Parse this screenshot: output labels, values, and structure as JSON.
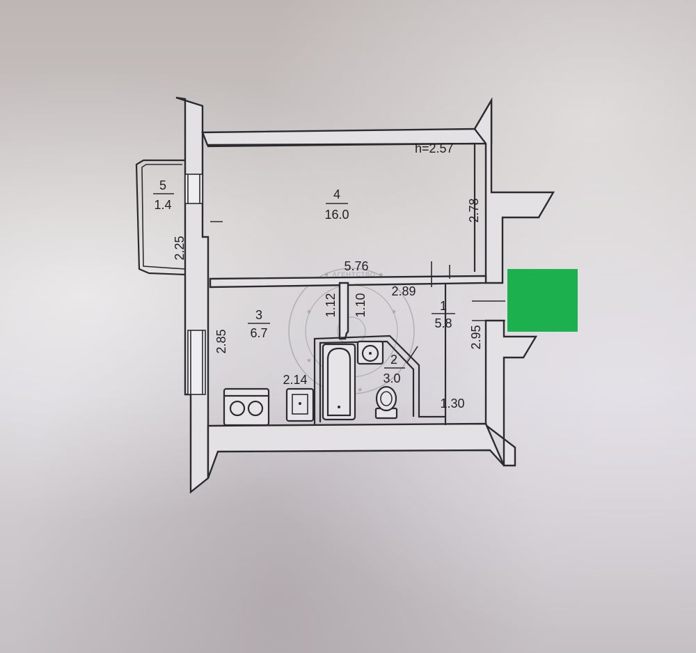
{
  "plan": {
    "ceiling_height": "h=2.57",
    "rooms": [
      {
        "id": "room-1",
        "number": "1",
        "area": "5.8"
      },
      {
        "id": "room-2",
        "number": "2",
        "area": "3.0"
      },
      {
        "id": "room-3",
        "number": "3",
        "area": "6.7"
      },
      {
        "id": "room-4",
        "number": "4",
        "area": "16.0"
      },
      {
        "id": "room-5",
        "number": "5",
        "area": "1.4"
      }
    ],
    "dimensions": {
      "room4_width": "5.76",
      "room4_depth": "2.78",
      "balcony_side": "2.25",
      "hall_width": "2.89",
      "hall_depth": "2.95",
      "kitchen_depth": "2.85",
      "kitchen_width": "2.14",
      "partition_a": "1.12",
      "partition_b": "1.10",
      "closet_width": "1.30"
    }
  },
  "redaction_color": "#1cb04f"
}
